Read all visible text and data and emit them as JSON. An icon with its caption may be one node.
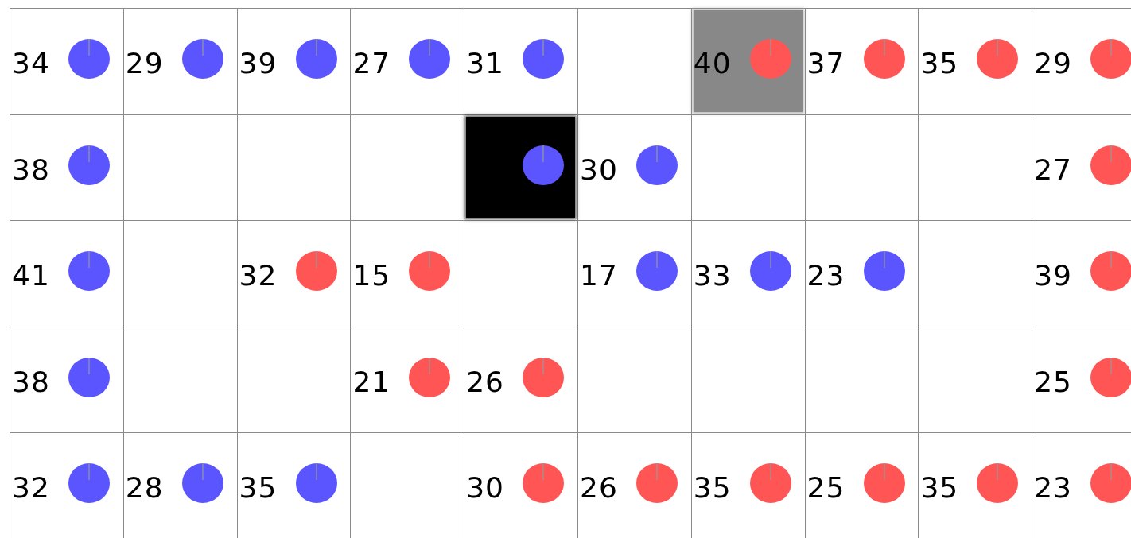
{
  "diagram": {
    "labels": [
      "34",
      "29",
      "39",
      "27",
      "31",
      "40",
      "37",
      "35",
      "29",
      "38",
      "30",
      "27",
      "41",
      "32",
      "15",
      "17",
      "33",
      "23",
      "39",
      "38",
      "21",
      "26",
      "25",
      "32",
      "28",
      "35",
      "30",
      "26",
      "35",
      "25",
      "35",
      "23"
    ]
  }
}
